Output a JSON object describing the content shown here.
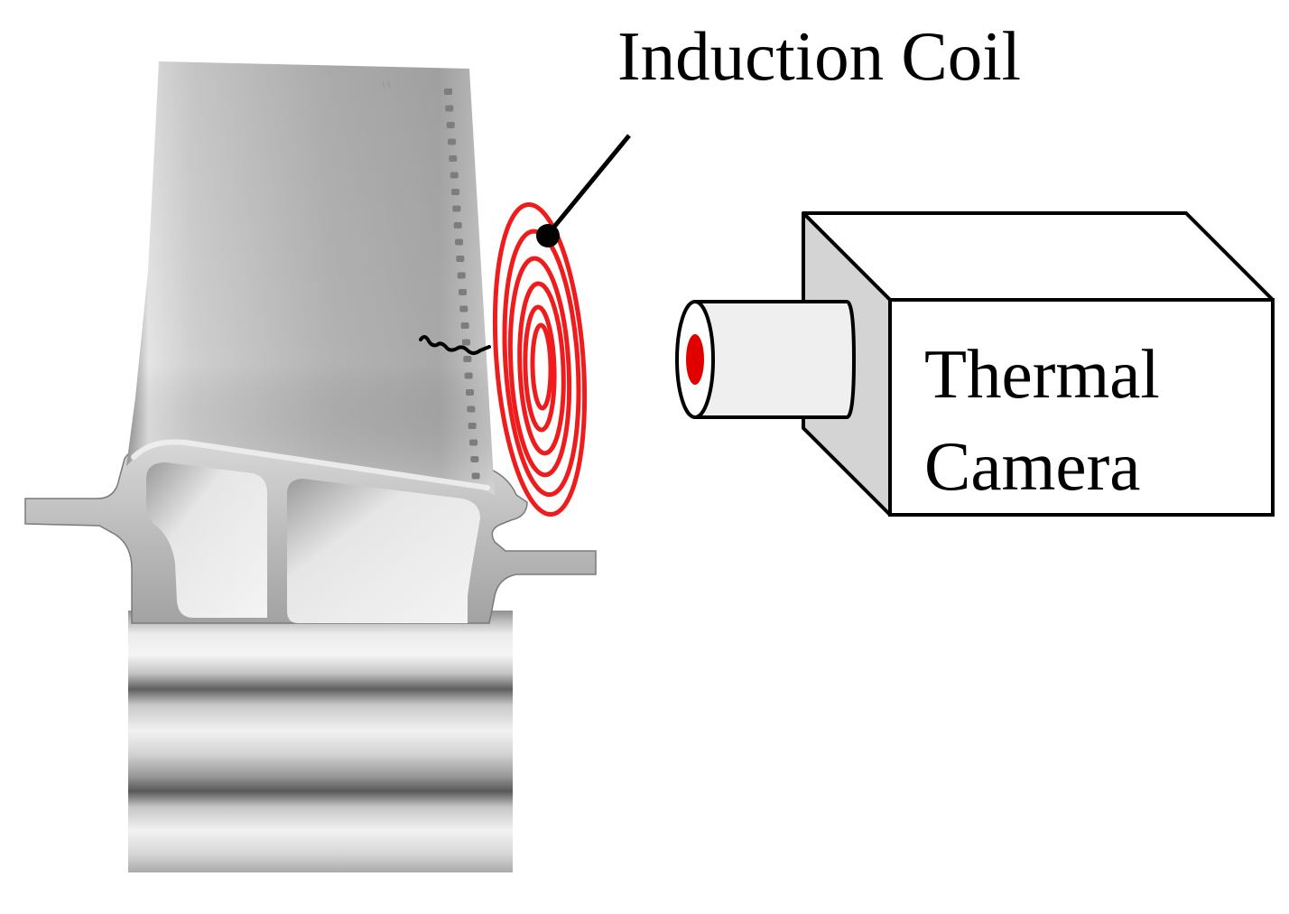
{
  "labels": {
    "induction_coil": "Induction Coil",
    "thermal_camera_line1": "Thermal",
    "thermal_camera_line2": "Camera"
  },
  "colors": {
    "coil": "#ee1c1c",
    "camera_sensor": "#e00000",
    "camera_front_face": "#ffffff",
    "camera_side_face": "#d4d4d4",
    "camera_lens": "#efefef",
    "blade_metal": "#bdbdbd",
    "crack": "#000000",
    "pointer": "#000000"
  },
  "icons": {
    "blade": "turbine-blade-illustration",
    "coil": "spiral-coil",
    "camera": "box-camera",
    "crack": "crack-mark"
  }
}
